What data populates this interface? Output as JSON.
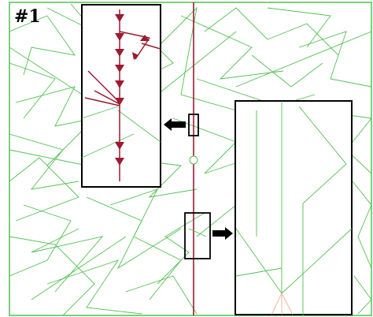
{
  "figure": {
    "panel_label": "#1",
    "colors": {
      "background_lines": "#52c152",
      "guide_line": "#9b1b30",
      "pointer": "#000000",
      "inset_border": "#000000",
      "source_lines_faint": "#f1a58c"
    }
  },
  "insets": [
    {
      "name": "upper-left-zoom",
      "source": "small-box-on-guide-line",
      "arrow_direction": "left"
    },
    {
      "name": "lower-right-zoom",
      "source": "lower-box-on-guide-line",
      "arrow_direction": "right"
    }
  ]
}
